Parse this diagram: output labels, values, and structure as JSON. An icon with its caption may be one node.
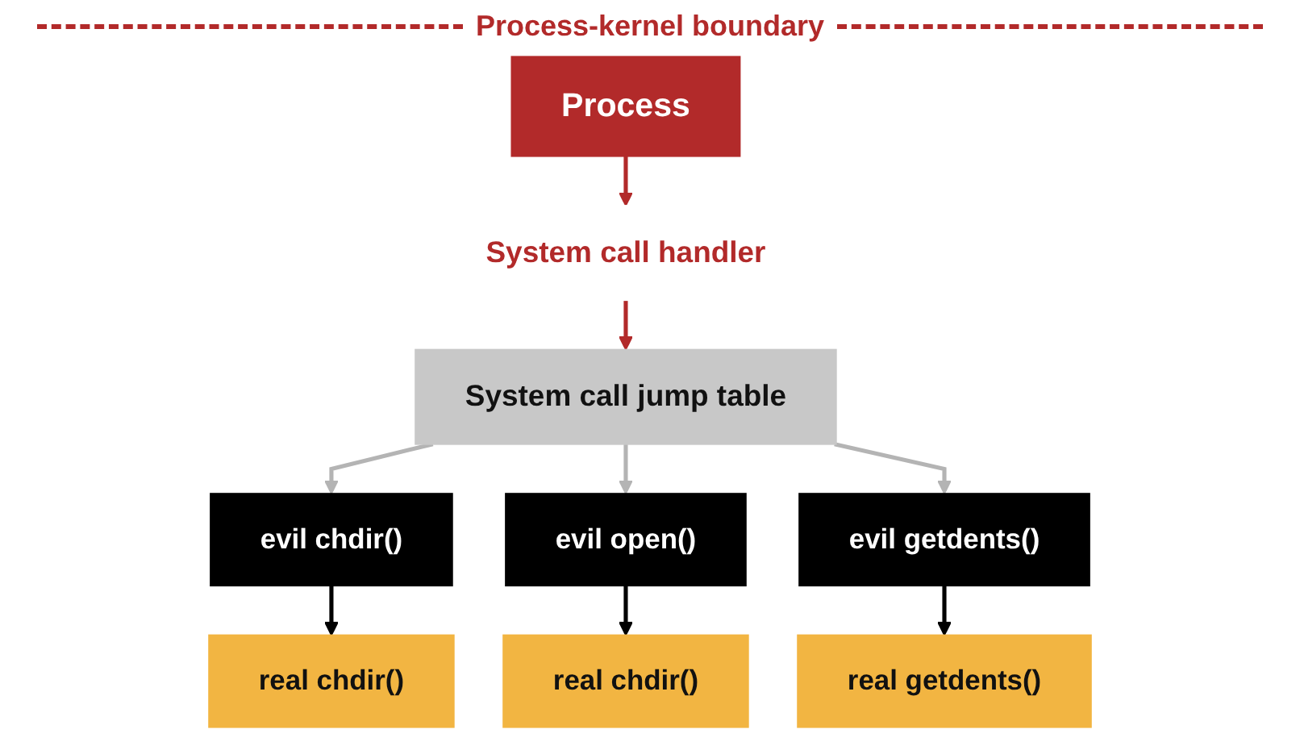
{
  "diagram": {
    "nodes": [
      {
        "text": [
          "Process"
        ]
      },
      {
        "text": [
          "System call handler"
        ]
      },
      {
        "text": [
          "System call jump table"
        ]
      },
      {
        "text": [
          "evil chdir()"
        ]
      },
      {
        "text": [
          "evil open()"
        ]
      },
      {
        "text": [
          "evil getdents()"
        ]
      },
      {
        "text": [
          "real chdir()"
        ]
      },
      {
        "text": [
          "real chdir()"
        ]
      },
      {
        "text": [
          "real getdents()"
        ]
      }
    ],
    "edges": [
      {
        "from": 0,
        "to": 1,
        "arrow": "to",
        "color": "#b22a2a"
      },
      {
        "from": 1,
        "to": 2,
        "arrow": "to",
        "color": "#b22a2a"
      },
      {
        "from": 2,
        "to": 3,
        "arrow": "to",
        "color": "#b4b4b4"
      },
      {
        "from": 2,
        "to": 4,
        "arrow": "to",
        "color": "#b4b4b4"
      },
      {
        "from": 2,
        "to": 5,
        "arrow": "to",
        "color": "#b4b4b4"
      },
      {
        "from": 3,
        "to": 6,
        "arrow": "to",
        "color": "#000000"
      },
      {
        "from": 4,
        "to": 7,
        "arrow": "to",
        "color": "#000000"
      },
      {
        "from": 5,
        "to": 8,
        "arrow": "to",
        "color": "#000000"
      }
    ],
    "labels": [
      "Process-kernel boundary"
    ]
  }
}
